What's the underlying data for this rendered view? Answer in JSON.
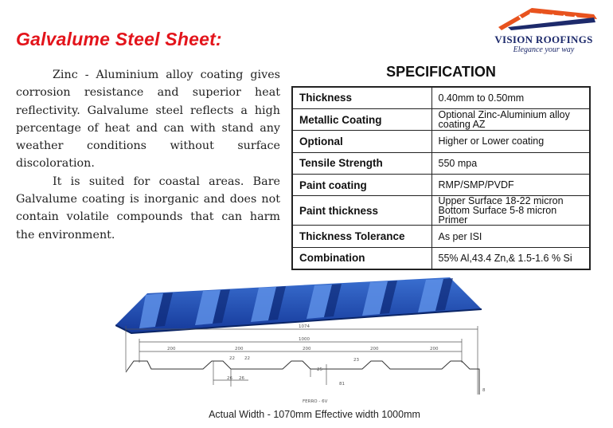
{
  "page_title": "Galvalume Steel Sheet:",
  "logo": {
    "brand": "VISION ROOFINGS",
    "tagline": "Elegance your way"
  },
  "description": [
    "Zinc - Aluminium alloy coating gives corrosion resistance and superior heat reflectivity. Galvalume steel reflects a high percentage of heat and can with stand any weather conditions without surface discoloration.",
    "It is suited for coastal areas. Bare Galvalume coating is inorganic and does not contain volatile compounds that can harm the environment."
  ],
  "specification": {
    "title": "SPECIFICATION",
    "rows": [
      {
        "label": "Thickness",
        "value": "0.40mm to 0.50mm"
      },
      {
        "label": "Metallic Coating",
        "value": "Optional Zinc-Aluminium alloy coating AZ"
      },
      {
        "label": "Optional",
        "value": "Higher or Lower coating"
      },
      {
        "label": "Tensile Strength",
        "value": "550 mpa"
      },
      {
        "label": "Paint coating",
        "value": "RMP/SMP/PVDF"
      },
      {
        "label": "Paint thickness",
        "value": "Upper Surface 18-22 micron Bottom Surface 5-8 micron Primer"
      },
      {
        "label": "Thickness Tolerance",
        "value": "As per ISI"
      },
      {
        "label": "Combination",
        "value": "55% Al,43.4 Zn,& 1.5-1.6 % Si"
      }
    ]
  },
  "drawing_labels": {
    "overall": "1074",
    "effective": "1000",
    "pitch": [
      "200",
      "200",
      "200",
      "200",
      "200"
    ],
    "rib_top": [
      "22",
      "22"
    ],
    "rib_base": [
      "26",
      "26"
    ],
    "height": "25",
    "crest": "23",
    "valley": "81",
    "edge": "8",
    "model": "FERRO - 6V"
  },
  "caption": "Actual Width - 1070mm  Effective width 1000mm",
  "colors": {
    "title_red": "#e3141b",
    "sheet_blue": "#1f4fb5",
    "logo_orange": "#e8531e",
    "logo_navy": "#1d2a6b"
  }
}
